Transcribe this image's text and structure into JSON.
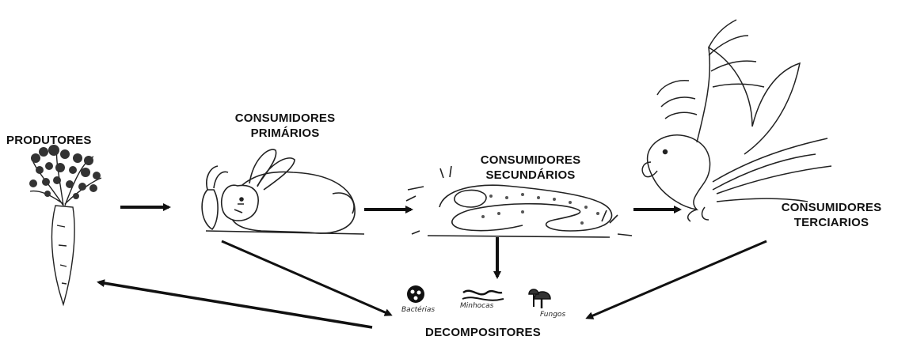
{
  "diagram": {
    "nodes": {
      "produtores": {
        "label": "PRODUTORES"
      },
      "primarios": {
        "line1": "CONSUMIDORES",
        "line2": "PRIMÁRIOS"
      },
      "secundarios": {
        "line1": "CONSUMIDORES",
        "line2": "SECUNDÁRIOS"
      },
      "terciarios": {
        "line1": "CONSUMIDORES",
        "line2": "TERCIARIOS"
      },
      "decompositores": {
        "label": "DECOMPOSITORES"
      }
    },
    "decomposers": [
      {
        "label": "Bactérias",
        "icon": "bacteria-icon"
      },
      {
        "label": "Minhocas",
        "icon": "worm-icon"
      },
      {
        "label": "Fungos",
        "icon": "mushroom-icon"
      }
    ],
    "edges": [
      {
        "from": "produtores",
        "to": "primarios"
      },
      {
        "from": "primarios",
        "to": "secundarios"
      },
      {
        "from": "secundarios",
        "to": "terciarios"
      },
      {
        "from": "secundarios",
        "to": "decompositores"
      },
      {
        "from": "primarios",
        "to": "decompositores"
      },
      {
        "from": "terciarios",
        "to": "decompositores"
      },
      {
        "from": "decompositores",
        "to": "produtores"
      }
    ],
    "colors": {
      "ink": "#111111",
      "background": "#ffffff"
    }
  }
}
